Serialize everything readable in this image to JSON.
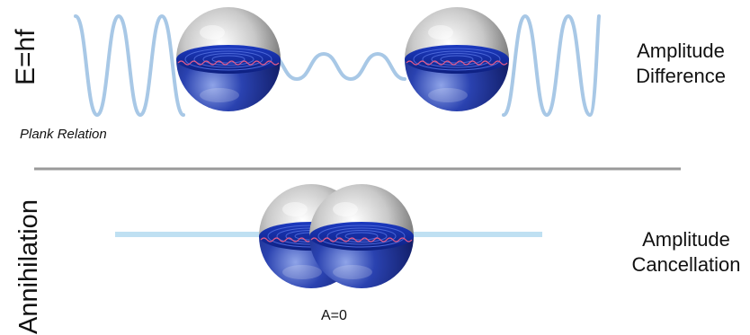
{
  "labels": {
    "planck_equation": "E=hf",
    "planck_caption": "Plank Relation",
    "annihilation": "Annihilation",
    "top_right_line1": "Amplitude",
    "top_right_line2": "Difference",
    "bottom_right_line1": "Amplitude",
    "bottom_right_line2": "Cancellation",
    "amplitude_zero": "A=0"
  },
  "colors": {
    "wave": "#a8c8e6",
    "flat_line": "#bfe0f2",
    "divider": "#9a9a9a",
    "sphere_blue": "#1a2d8a",
    "sphere_gray": "#a0a0a0"
  }
}
